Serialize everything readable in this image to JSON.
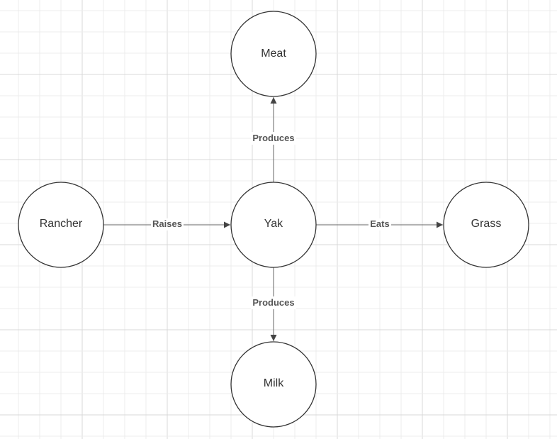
{
  "nodes": {
    "meat": "Meat",
    "rancher": "Rancher",
    "yak": "Yak",
    "grass": "Grass",
    "milk": "Milk"
  },
  "edges": {
    "rancher_yak": "Raises",
    "yak_grass": "Eats",
    "yak_meat": "Produces",
    "yak_milk": "Produces"
  },
  "colors": {
    "grid_minor": "#ececec",
    "grid_major": "#d9d9d9",
    "stroke": "#333333",
    "edge": "#555555"
  }
}
